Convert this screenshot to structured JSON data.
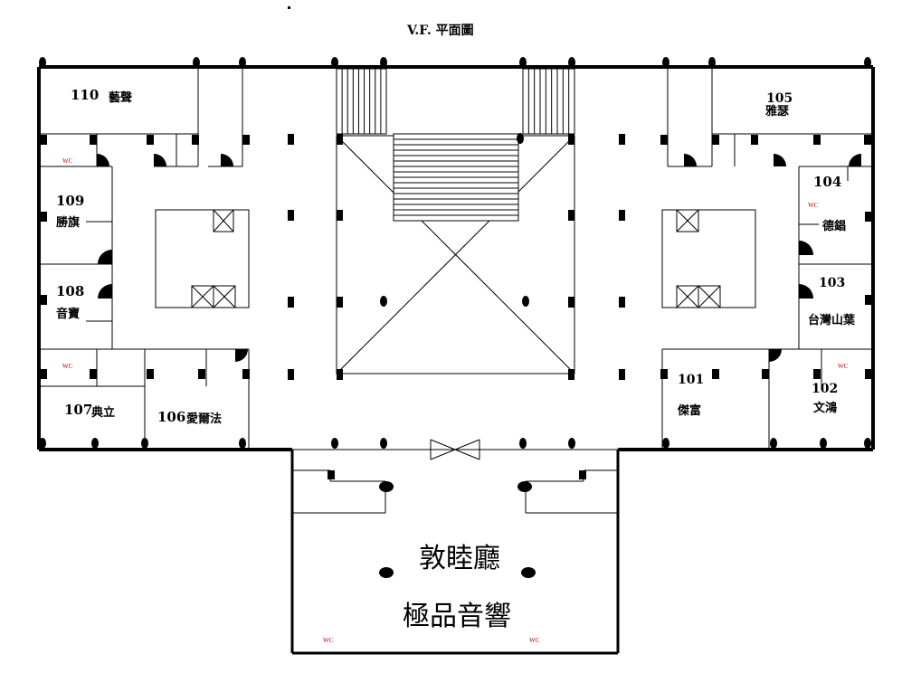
{
  "title": "V.F. 平面圖",
  "hall": {
    "name": "敦睦廳",
    "subtitle": "極品音響"
  },
  "wc_label": "WC",
  "rooms": [
    {
      "id": "r110",
      "number": "110",
      "name": "藝聲"
    },
    {
      "id": "r105",
      "number": "105",
      "name": "雅瑟"
    },
    {
      "id": "r109",
      "number": "109",
      "name": "勝旗"
    },
    {
      "id": "r104",
      "number": "104",
      "name": "德錩"
    },
    {
      "id": "r108",
      "number": "108",
      "name": "音寶"
    },
    {
      "id": "r103",
      "number": "103",
      "name": "台灣山葉"
    },
    {
      "id": "r107",
      "number": "107",
      "name": "典立"
    },
    {
      "id": "r106",
      "number": "106",
      "name": "愛爾法"
    },
    {
      "id": "r101",
      "number": "101",
      "name": "傑富"
    },
    {
      "id": "r102",
      "number": "102",
      "name": "文鴻"
    }
  ]
}
